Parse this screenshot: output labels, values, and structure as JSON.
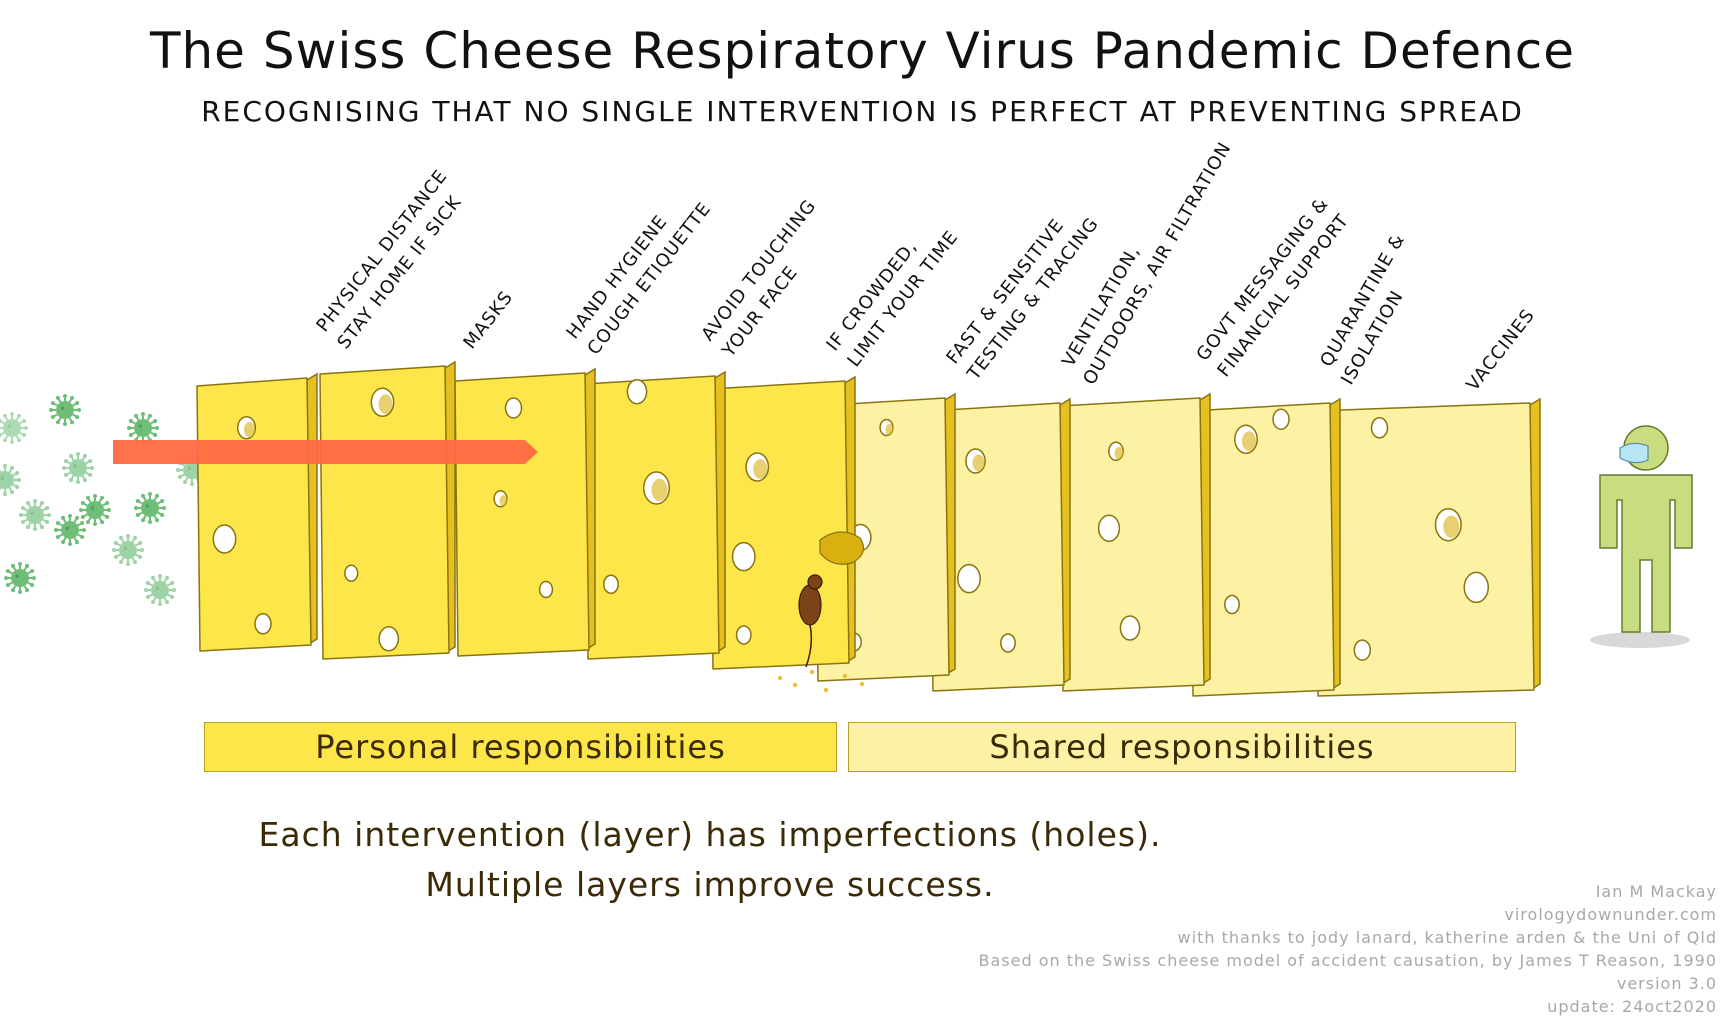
{
  "title": "The Swiss Cheese Respiratory Virus Pandemic Defence",
  "subtitle": "recognising that no single intervention is perfect at preventing spread",
  "layers": [
    {
      "line1": "physical distance",
      "line2": "stay home if sick"
    },
    {
      "line1": "masks",
      "line2": ""
    },
    {
      "line1": "hand hygiene",
      "line2": "cough etiquette"
    },
    {
      "line1": "avoid touching",
      "line2": "your face"
    },
    {
      "line1": "if crowded,",
      "line2": "limit your time"
    },
    {
      "line1": "fast & sensitive",
      "line2": "testing & tracing"
    },
    {
      "line1": "ventilation,",
      "line2": "outdoors, air filtration"
    },
    {
      "line1": "govt messaging &",
      "line2": "financial support"
    },
    {
      "line1": "quarantine &",
      "line2": "isolation"
    },
    {
      "line1": "vaccines",
      "line2": ""
    }
  ],
  "bands": {
    "personal": "Personal responsibilities",
    "shared": "Shared responsibilities"
  },
  "captions": {
    "line1": "Each intervention (layer) has imperfections (holes).",
    "line2": "Multiple layers improve success."
  },
  "credits": {
    "author": "Ian M Mackay",
    "site": "virologydownunder.com",
    "thanks": "with thanks to jody lanard, katherine arden & the Uni of Qld",
    "based": "Based on the Swiss cheese model of accident causation, by James T Reason, 1990",
    "version": "version 3.0",
    "update": "update: 24oct2020"
  },
  "colors": {
    "personal_cheese": "#fde64a",
    "shared_cheese": "#fdf1a4",
    "cheese_outline": "#8a7410",
    "hole_fill": "#d9b010",
    "virus": "#5fb76a",
    "arrow": "#ff6a45",
    "person": "#c8dc80",
    "mask": "#b8e6f5",
    "mouse": "#7a4418"
  },
  "icons": {
    "virus": "virus-icon",
    "person": "person-icon",
    "mouse": "mouse-icon",
    "arrow": "arrow-icon"
  }
}
